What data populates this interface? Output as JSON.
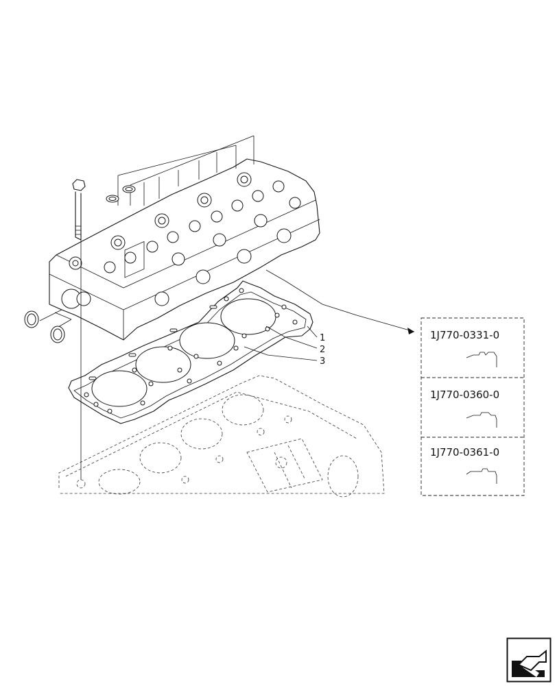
{
  "callouts": [
    {
      "label": "1"
    },
    {
      "label": "2"
    },
    {
      "label": "3"
    }
  ],
  "variants_panel": {
    "items": [
      {
        "part_number": "1J770-0331-0"
      },
      {
        "part_number": "1J770-0360-0"
      },
      {
        "part_number": "1J770-0361-0"
      }
    ]
  },
  "navigation": {
    "icon": "navigation-arrow-icon"
  }
}
